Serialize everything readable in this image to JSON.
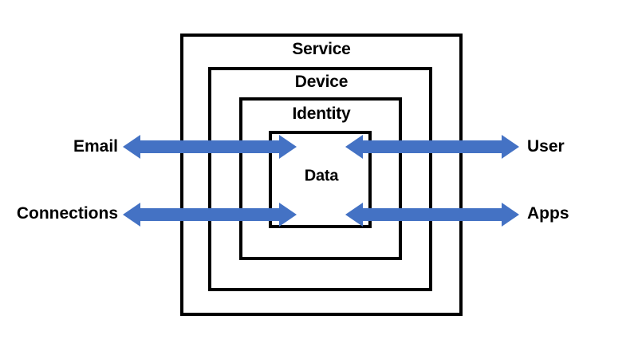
{
  "diagram": {
    "title": "Nested security layers diagram",
    "background_color": "#FFFFFF",
    "border_color": "#000000",
    "arrow_color": "#4472C4",
    "layers": [
      {
        "id": "service",
        "label": "Service"
      },
      {
        "id": "device",
        "label": "Device"
      },
      {
        "id": "identity",
        "label": "Identity"
      },
      {
        "id": "data",
        "label": "Data"
      }
    ],
    "connectors": [
      {
        "id": "email",
        "label": "Email",
        "side": "left",
        "row": "top",
        "icon": "double-arrow-icon"
      },
      {
        "id": "connections",
        "label": "Connections",
        "side": "left",
        "row": "bottom",
        "icon": "double-arrow-icon"
      },
      {
        "id": "user",
        "label": "User",
        "side": "right",
        "row": "top",
        "icon": "double-arrow-icon"
      },
      {
        "id": "apps",
        "label": "Apps",
        "side": "right",
        "row": "bottom",
        "icon": "double-arrow-icon"
      }
    ]
  }
}
